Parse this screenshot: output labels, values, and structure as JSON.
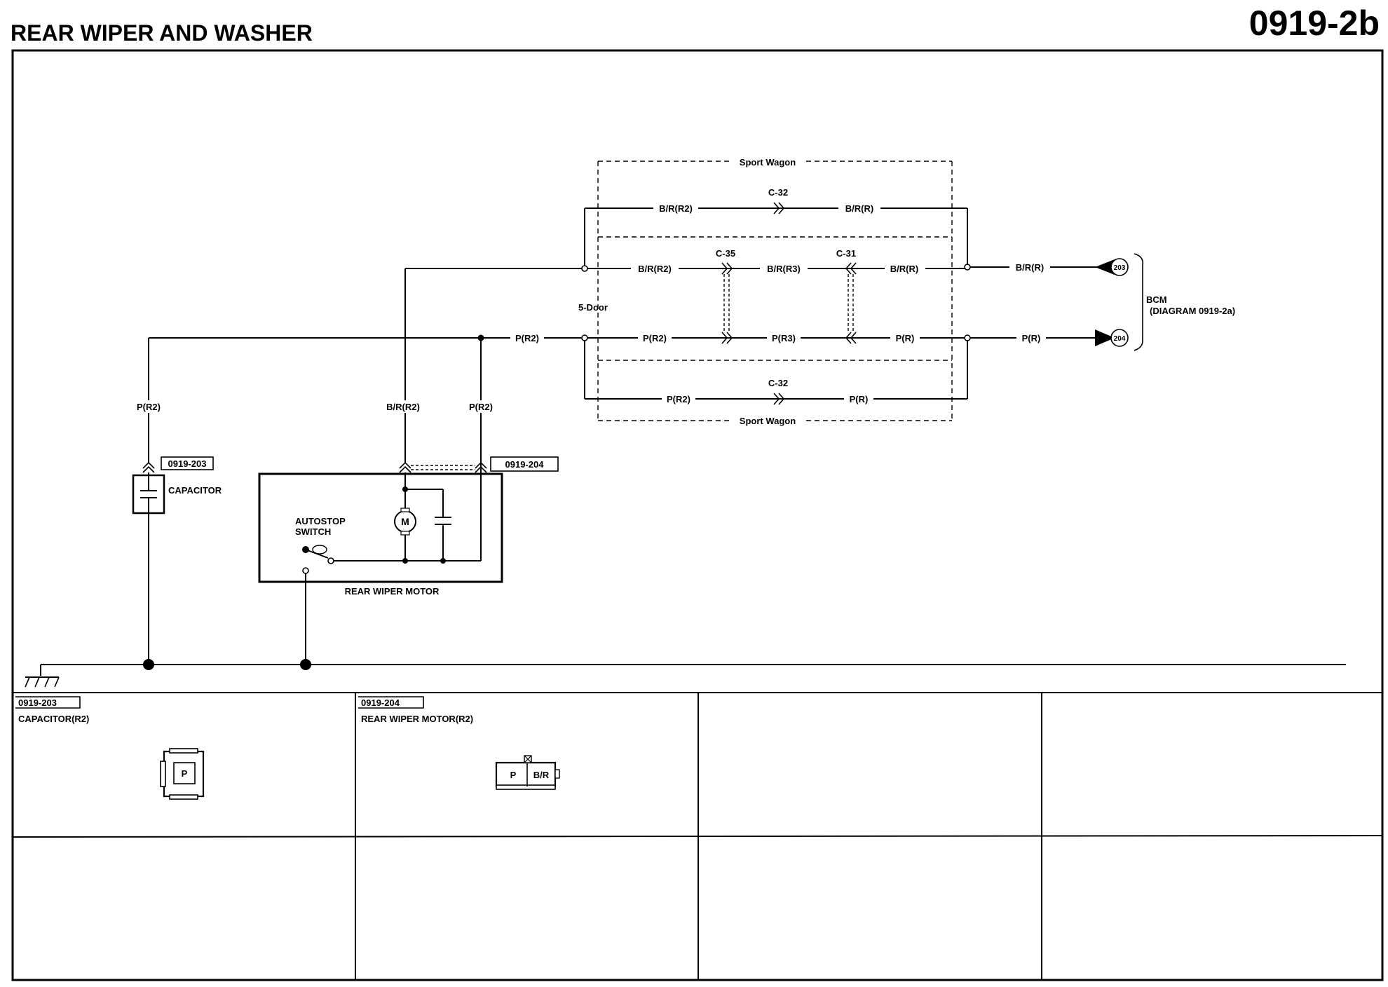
{
  "header": {
    "title": "REAR WIPER AND WASHER",
    "page_id": "0919-2b"
  },
  "variants": {
    "sport_wagon_top": "Sport Wagon",
    "sport_wagon_bottom": "Sport Wagon",
    "five_door": "5-Door"
  },
  "connectors": {
    "c32_top": "C-32",
    "c35": "C-35",
    "c31": "C-31",
    "c32_bottom": "C-32"
  },
  "wires": {
    "br_r2_top": "B/R(R2)",
    "br_r_top": "B/R(R)",
    "br_r2_mid": "B/R(R2)",
    "br_r3_mid": "B/R(R3)",
    "br_r_mid": "B/R(R)",
    "br_r_bcm": "B/R(R)",
    "p_r2_main": "P(R2)",
    "p_r2_mid": "P(R2)",
    "p_r3_mid": "P(R3)",
    "p_r_mid": "P(R)",
    "p_r_bcm": "P(R)",
    "p_r2_bottom": "P(R2)",
    "p_r_bottom": "P(R)",
    "p_r2_capacitor": "P(R2)",
    "br_r2_motor": "B/R(R2)",
    "p_r2_motor": "P(R2)"
  },
  "bcm": {
    "label": "BCM",
    "diagram_ref": "(DIAGRAM 0919-2a)",
    "pin_203": "203",
    "pin_204": "204"
  },
  "components": {
    "capacitor_tag": "0919-203",
    "capacitor_label": "CAPACITOR",
    "motor_tag": "0919-204",
    "motor_label": "REAR WIPER MOTOR",
    "autostop_line1": "AUTOSTOP",
    "autostop_line2": "SWITCH",
    "motor_symbol": "M"
  },
  "connector_table": {
    "cells": [
      {
        "id": "0919-203",
        "name": "CAPACITOR(R2)",
        "pins": [
          "P"
        ]
      },
      {
        "id": "0919-204",
        "name": "REAR WIPER MOTOR(R2)",
        "pins": [
          "P",
          "B/R"
        ]
      }
    ]
  }
}
